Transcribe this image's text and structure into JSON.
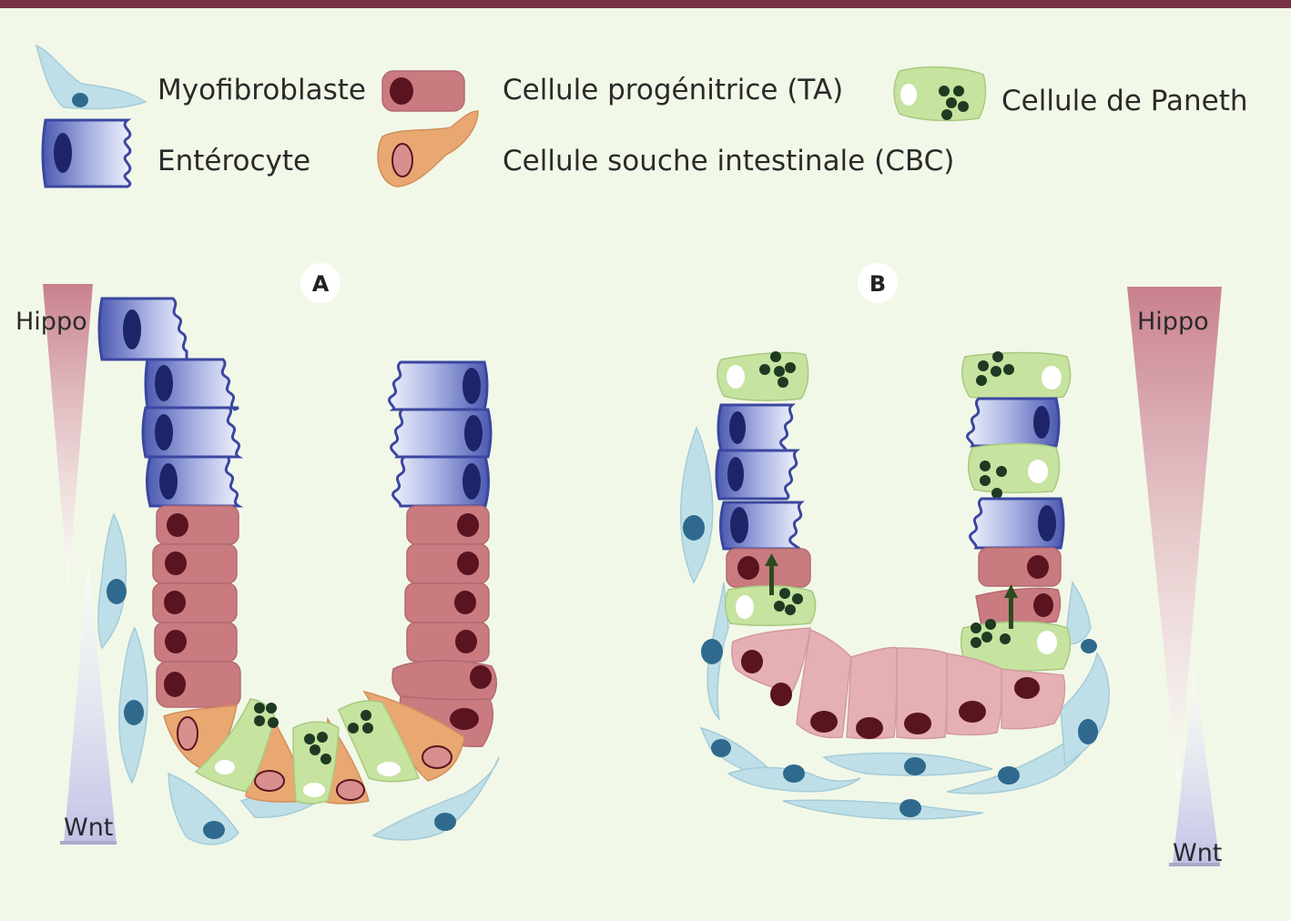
{
  "legend": {
    "myofibroblast": "Myofibroblaste",
    "enterocyte": "Entérocyte",
    "progenitor": "Cellule progénitrice (TA)",
    "stem_cell": "Cellule souche intestinale (CBC)",
    "paneth": "Cellule de Paneth"
  },
  "panel_a": {
    "label": "A",
    "gradient_top": "Hippo",
    "gradient_bottom": "Wnt"
  },
  "panel_b": {
    "label": "B",
    "gradient_top": "Hippo",
    "gradient_bottom": "Wnt"
  },
  "colors": {
    "background": "#f2f8e8",
    "top_bar": "#7a3344",
    "myofibroblast": "#bfdfe8",
    "enterocyte": "#5463b8",
    "progenitor": "#c97b80",
    "stem_cell": "#e9a772",
    "paneth": "#c6e3a0",
    "nucleus_dark": "#5a1420",
    "granule": "#1f3a22",
    "hippo_gradient": "#c9808e",
    "wnt_gradient": "#c8c9ea"
  }
}
